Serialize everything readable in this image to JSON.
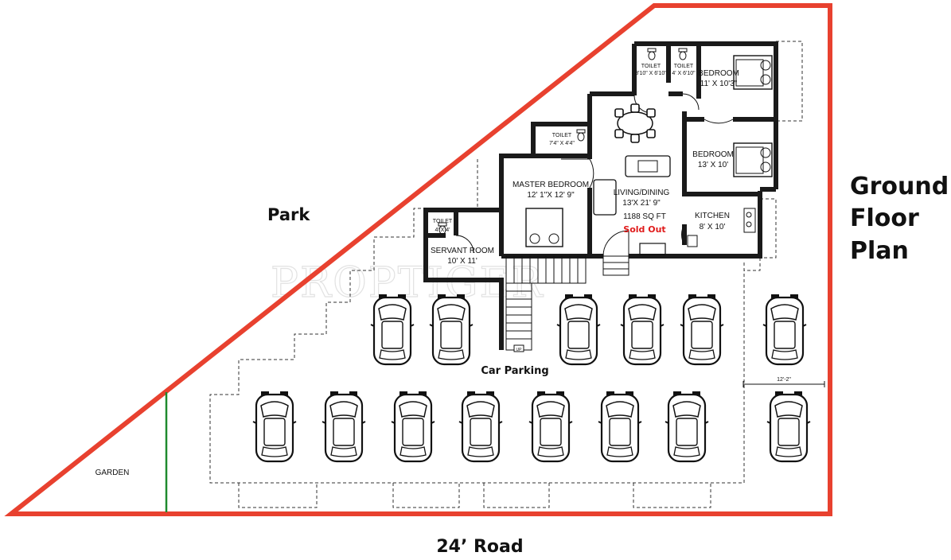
{
  "labels": {
    "park": "Park",
    "garden": "GARDEN",
    "road": "24’ Road",
    "car_parking": "Car Parking",
    "title_line1": "Ground",
    "title_line2": "Floor",
    "title_line3": "Plan",
    "watermark": "PROPTIGER",
    "up": "UP",
    "bay_width": "12'-2\""
  },
  "rooms": {
    "toilet_1": {
      "name": "TOILET",
      "size": "3'10\" X 6'10\""
    },
    "toilet_2": {
      "name": "TOILET",
      "size": "4' X 6'10\""
    },
    "bedroom_1": {
      "name": "BEDROOM",
      "size": "11' X 10'3\""
    },
    "bedroom_2": {
      "name": "BEDROOM",
      "size": "13' X 10'"
    },
    "toilet_master": {
      "name": "TOILET",
      "size": "7'4\" X 4'4\""
    },
    "master_bedroom": {
      "name": "MASTER BEDROOM",
      "size": "12' 1\"X 12' 9\""
    },
    "living_dining": {
      "name": "LIVING/DINING",
      "size": "13'X 21' 9\""
    },
    "area": "1188 SQ FT",
    "status": "Sold Out",
    "kitchen": {
      "name": "KITCHEN",
      "size": "8' X 10'"
    },
    "toilet_servant": {
      "name": "TOILET",
      "size": "4' X 4'"
    },
    "servant_room": {
      "name": "SERVANT ROOM",
      "size": "10' X 11'"
    }
  },
  "colors": {
    "boundary": "#e8412f",
    "garden_line": "#1f8a2e",
    "sold_out": "#e01b1b",
    "wall": "#1a1a1a"
  }
}
